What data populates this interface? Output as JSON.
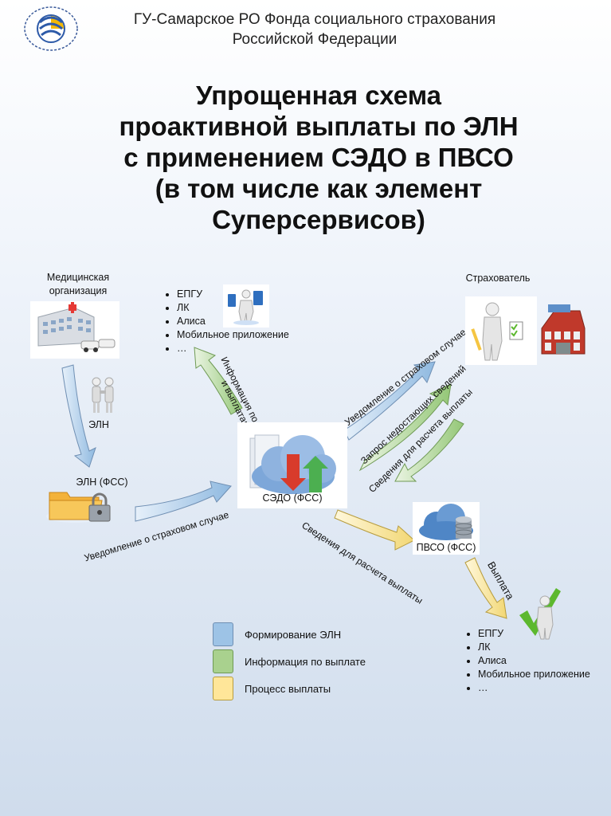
{
  "header": {
    "org_line1": "ГУ-Самарское РО Фонда социального страхования",
    "org_line2": "Российской Федерации",
    "title_lines": [
      "Упрощенная схема",
      "проактивной выплаты по ЭЛН",
      "с применением СЭДО в ПВСО",
      "(в том числе как элемент",
      "Суперсервисов)"
    ]
  },
  "nodes": {
    "med_org": {
      "line1": "Медицинская",
      "line2": "организация"
    },
    "eln": "ЭЛН",
    "eln_fss": "ЭЛН (ФСС)",
    "sedo": "СЭДО (ФСС)",
    "insurer": "Страхователь",
    "pvso": "ПВСО (ФСС)"
  },
  "top_list": [
    "ЕПГУ",
    "ЛК",
    "Алиса",
    "Мобильное приложение",
    "…"
  ],
  "bottom_list": [
    "ЕПГУ",
    "ЛК",
    "Алиса",
    "Мобильное приложение",
    "…"
  ],
  "arrows": {
    "info_eln_line1": "Информация по ЭЛН",
    "info_eln_line2": "и выплатам",
    "notify_bottom": "Уведомление о страховом случае",
    "notify_top": "Уведомление о страховом случае",
    "missing_info": "Запрос недостающих сведений",
    "calc_info_right": "Сведения для расчета выплаты",
    "calc_info_bottom": "Сведения для расчета выплаты",
    "payment": "Выплата"
  },
  "legend": [
    {
      "label": "Формирование ЭЛН",
      "color": "#9dc3e6"
    },
    {
      "label": "Информация по выплате",
      "color": "#a9d18e"
    },
    {
      "label": "Процесс выплаты",
      "color": "#ffe699"
    }
  ],
  "colors": {
    "blue": "#9dc3e6",
    "green": "#a9d18e",
    "yellow": "#ffe699",
    "check": "#5cb82e"
  }
}
